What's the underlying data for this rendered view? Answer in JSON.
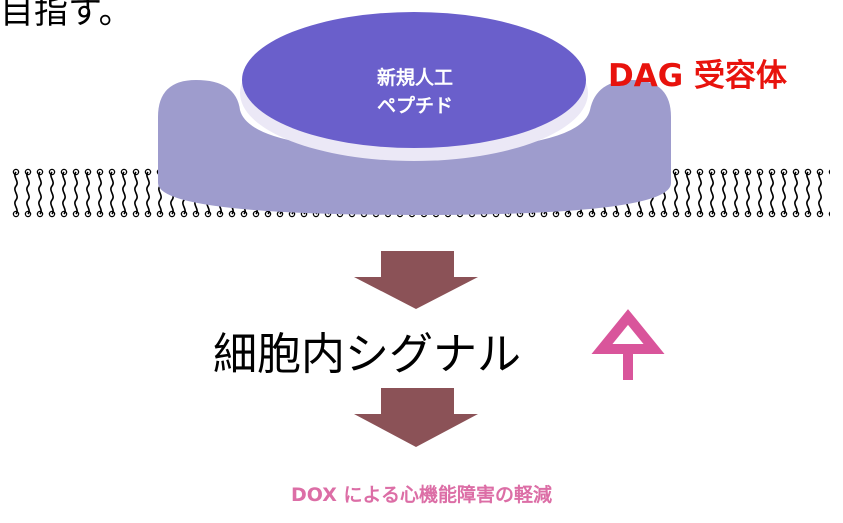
{
  "header": {
    "text": "目指す。"
  },
  "peptide": {
    "line1": "新規人工",
    "line2": "ペプチド"
  },
  "receptor": {
    "label": "DAG 受容体"
  },
  "signal": {
    "label": "細胞内シグナル"
  },
  "outcome": {
    "label": "DOX による心機能障害の軽減"
  },
  "colors": {
    "peptide": "#6a5fcb",
    "receptor": "#9e9ccd",
    "membrane": "#000000",
    "arrow_down": "#8b5257",
    "arrow_up": "#d9559b",
    "receptor_label": "#e8130d",
    "outcome": "#dc6ea6"
  },
  "icons": {
    "signal_increase": "up-arrow-icon",
    "flow": "down-arrow-icon"
  }
}
